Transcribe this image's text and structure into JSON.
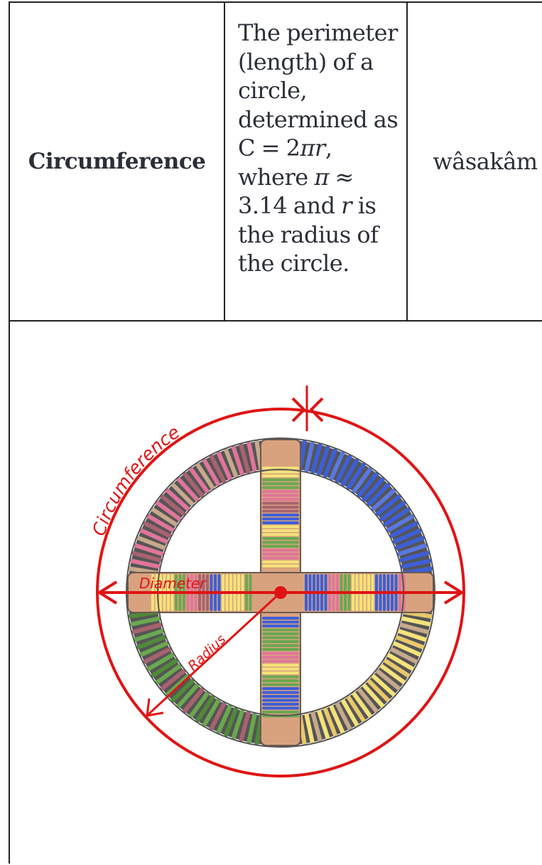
{
  "table": {
    "term": "Circumference",
    "definition_parts": {
      "p1": "The perimeter (length) of a circle, determined as C = 2",
      "pi_r": "πr",
      "p2": ", where ",
      "pi": "π",
      "p3": " ≈ 3.14 and ",
      "r": "r",
      "p4": " is the radius of the circle."
    },
    "translation": "wâsakâm"
  },
  "diagram": {
    "labels": {
      "circumference": "Circumference",
      "diameter": "Diameter",
      "radius": "Radius"
    },
    "colors": {
      "annotation_red": "#e01414",
      "ring_dark": "#555555",
      "hub_tan": "#d9a27f",
      "pink": "#e0759a",
      "blue": "#3d5fd6",
      "green": "#6aa84f",
      "yellow": "#f4e27a",
      "mauve": "#a8636f",
      "tan": "#c7a98c"
    }
  }
}
